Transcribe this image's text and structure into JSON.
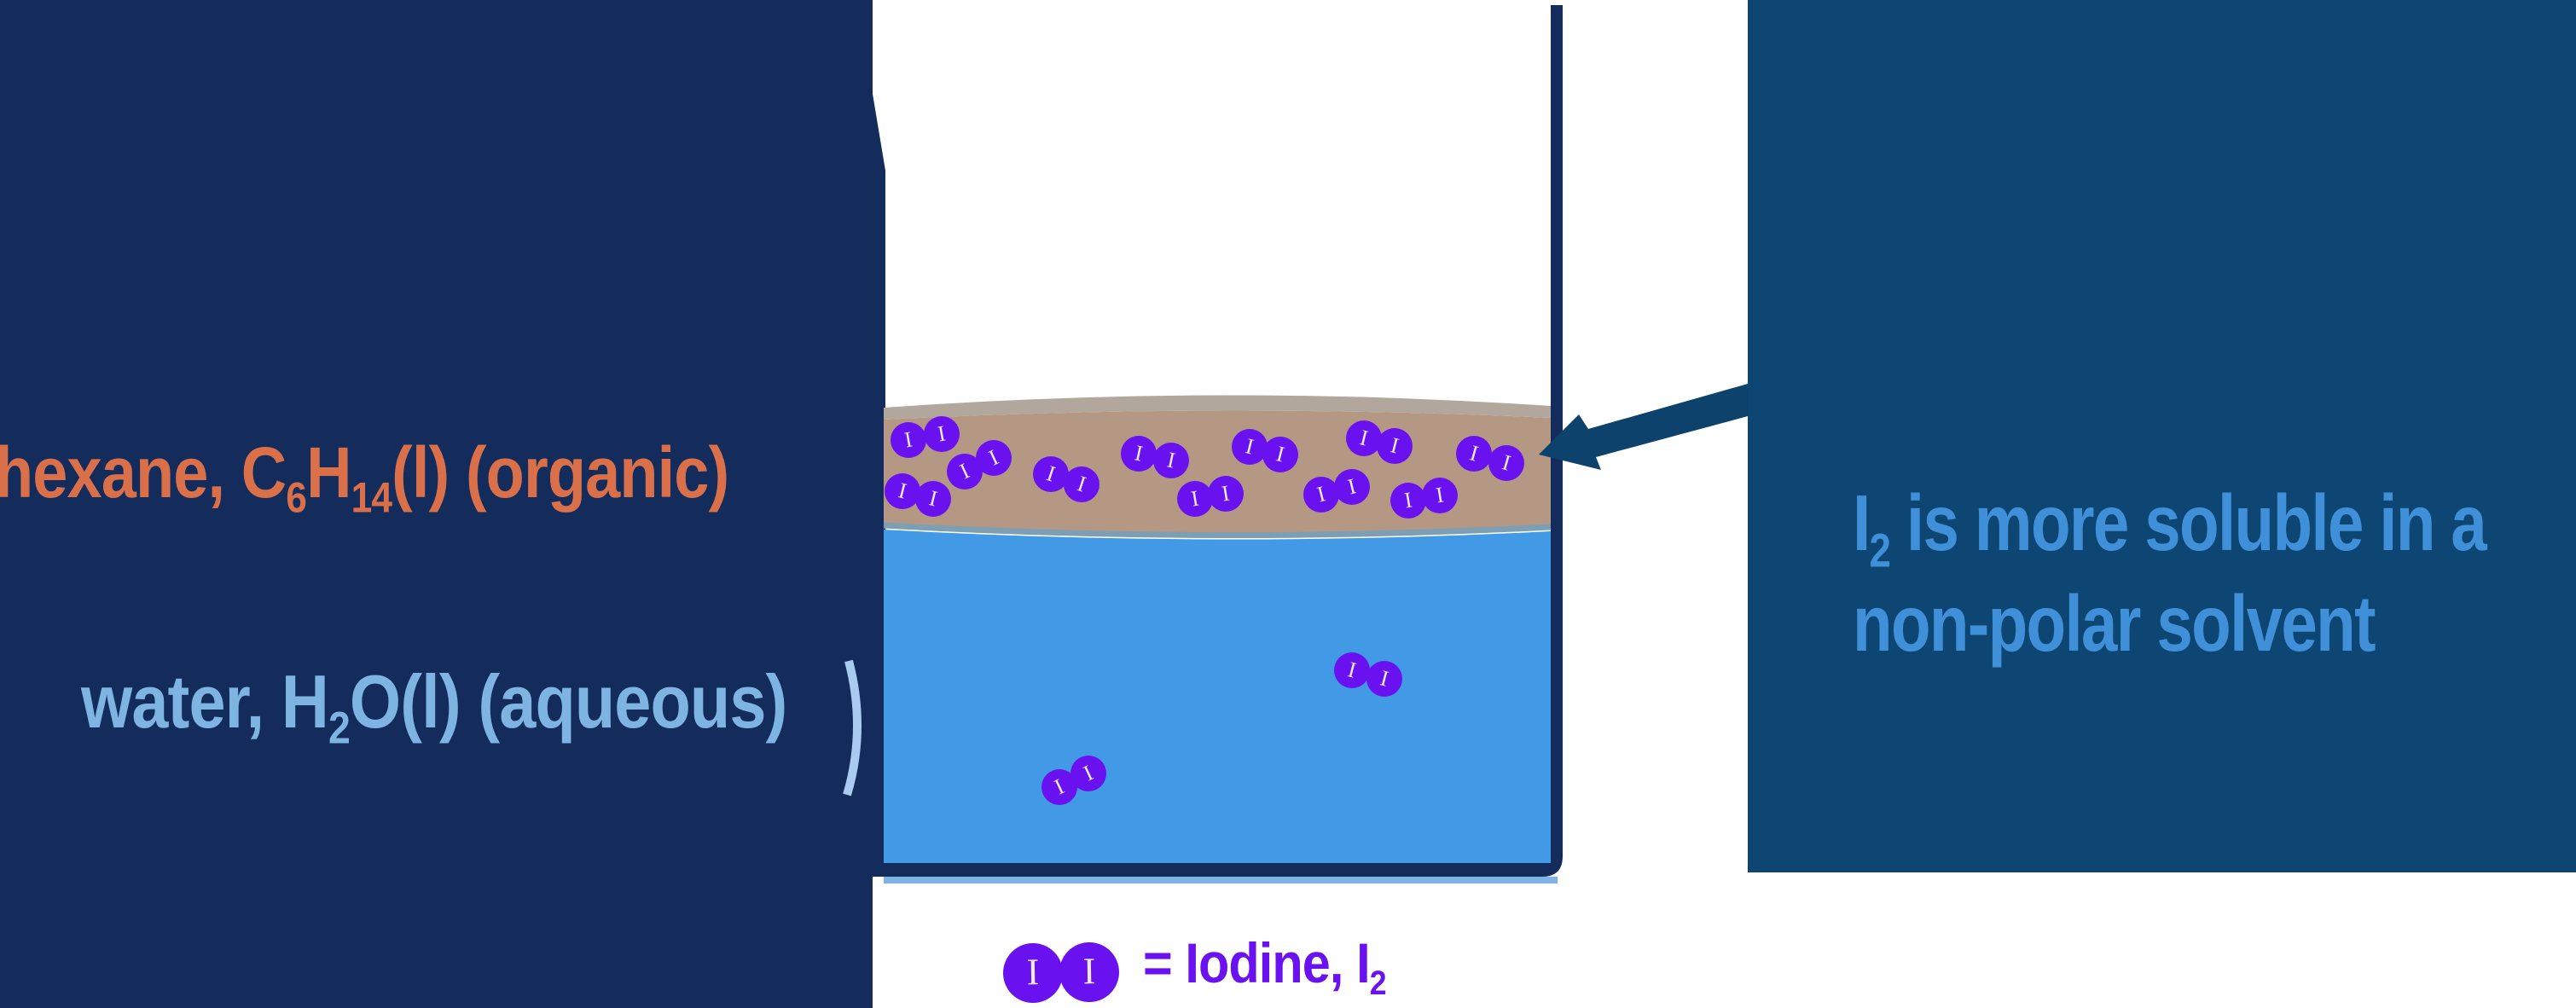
{
  "colors": {
    "panel_left": "#142C5B",
    "panel_right": "#0D4573",
    "beaker_outline": "#142C5B",
    "hexane_layer": "#B59884",
    "hexane_surface": "#B2A79D",
    "interface_line": "#7E9FB3",
    "water_layer": "#4299E6",
    "base_highlight": "#7FB2E5",
    "corner_arc": "#A9CBEF",
    "arrow": "#0C426B",
    "molecule": "#6A11F0",
    "molecule_letter": "#EFE9FB",
    "hexane_label": "#D9704A",
    "water_label": "#7DB4E1",
    "annotation_text": "#3F90D8",
    "legend_text": "#6A11F0"
  },
  "left_panel": {
    "hexane_label": {
      "parts": [
        "hexane, C",
        "6",
        "H",
        "14",
        "(l) (organic)"
      ]
    },
    "water_label": {
      "parts": [
        "water, H",
        "2",
        "O(l) (aqueous)"
      ]
    }
  },
  "right_panel": {
    "annotation": {
      "line1": {
        "parts": [
          "I",
          "2",
          " is more soluble in a"
        ]
      },
      "line2": "non-polar solvent"
    }
  },
  "legend": {
    "label": {
      "parts": [
        "= Iodine, I",
        "2"
      ]
    },
    "molecule_symbol": "I"
  },
  "molecules": {
    "symbol": "I",
    "radius": 21,
    "hexane_layer": [
      [
        1065,
        516,
        1104,
        509
      ],
      [
        1131,
        553,
        1165,
        537
      ],
      [
        1058,
        576,
        1094,
        585
      ],
      [
        1232,
        556,
        1268,
        568
      ],
      [
        1335,
        532,
        1373,
        540
      ],
      [
        1401,
        585,
        1437,
        579
      ],
      [
        1465,
        524,
        1501,
        533
      ],
      [
        1599,
        514,
        1635,
        523
      ],
      [
        1549,
        580,
        1585,
        571
      ],
      [
        1651,
        587,
        1688,
        581
      ],
      [
        1728,
        532,
        1766,
        543
      ]
    ],
    "water_layer": [
      [
        1242,
        923,
        1276,
        907
      ],
      [
        1585,
        786,
        1623,
        796
      ]
    ],
    "legend_pair": {
      "radius": 35,
      "pair": [
        1211,
        1141,
        1277,
        1140
      ]
    }
  }
}
